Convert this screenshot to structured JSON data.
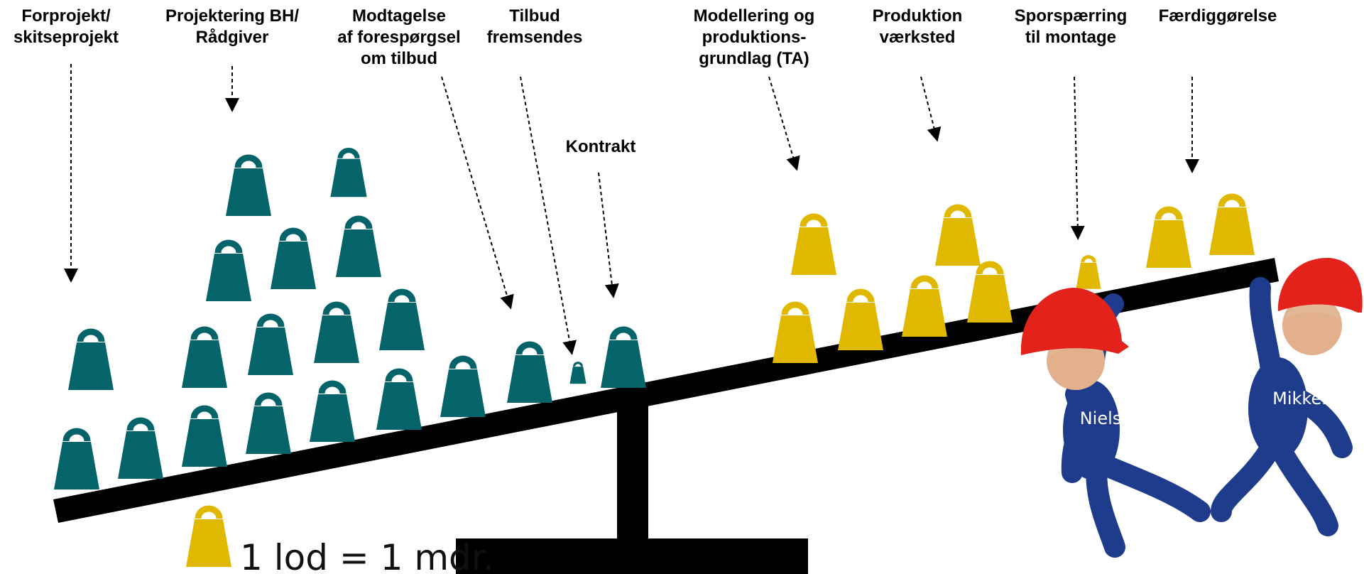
{
  "colors": {
    "teal": "#04646a",
    "yellow": "#e0b800",
    "beam": "#000000",
    "worker_suit": "#1e3b8c",
    "helmet": "#e3231b",
    "skin": "#e2b08c"
  },
  "stages": [
    {
      "id": "forprojekt",
      "lines": [
        "Forprojekt/",
        "skitseprojekt"
      ]
    },
    {
      "id": "projektering",
      "lines": [
        "Projektering BH/",
        "Rådgiver"
      ]
    },
    {
      "id": "modtagelse",
      "lines": [
        "Modtagelse",
        "af forespørgsel",
        "om tilbud"
      ]
    },
    {
      "id": "tilbud",
      "lines": [
        "Tilbud",
        "fremsendes"
      ]
    },
    {
      "id": "kontrakt",
      "lines": [
        "Kontrakt"
      ]
    },
    {
      "id": "modellering",
      "lines": [
        "Modellering og",
        "produktions-",
        "grundlag (TA)"
      ]
    },
    {
      "id": "produktion",
      "lines": [
        "Produktion",
        "værksted"
      ]
    },
    {
      "id": "sporspaerring",
      "lines": [
        "Sporspærring",
        "til montage"
      ]
    },
    {
      "id": "faerdiggoerelse",
      "lines": [
        "Færdiggørelse"
      ]
    }
  ],
  "workers": [
    {
      "name": "Niels",
      "icon": "worker-figure-icon"
    },
    {
      "name": "Mikkel",
      "icon": "worker-figure-icon"
    }
  ],
  "legend": {
    "text": "1 lod = 1 mdr.",
    "icon": "weight-icon"
  }
}
